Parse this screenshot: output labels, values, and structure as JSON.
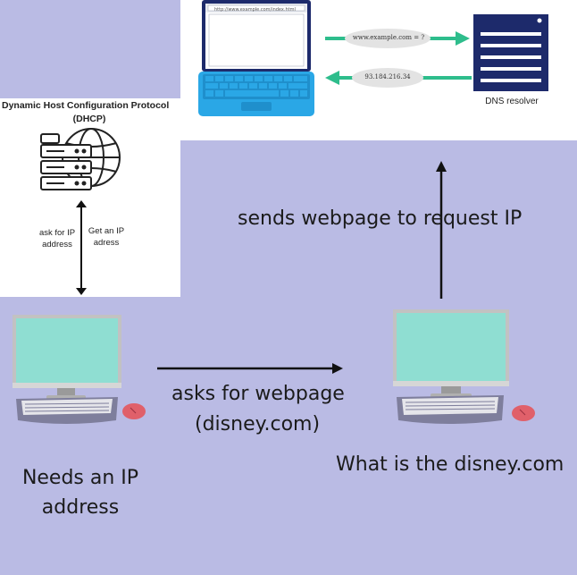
{
  "dhcp": {
    "title": "Dynamic Host Configuration Protocol",
    "subtitle": "(DHCP)",
    "ask_label": "ask for IP address",
    "get_label": "Get an IP adress"
  },
  "dns": {
    "url_bar": "http://www.example.com/index.html",
    "query": "www.example.com = ?",
    "answer": "93.184.216.34",
    "resolver_label": "DNS resolver"
  },
  "labels": {
    "sends_request": "sends webpage to request IP",
    "asks_webpage_line1": "asks for webpage",
    "asks_webpage_line2": "(disney.com)",
    "needs_ip_line1": "Needs an IP",
    "needs_ip_line2": "address",
    "what_is": "What is the disney.com"
  },
  "colors": {
    "background": "#babbe4",
    "laptop_blue": "#2aa7e6",
    "arrow_green": "#2ebd8c",
    "server_navy": "#1d2a6b",
    "screen_teal": "#8fded2"
  }
}
